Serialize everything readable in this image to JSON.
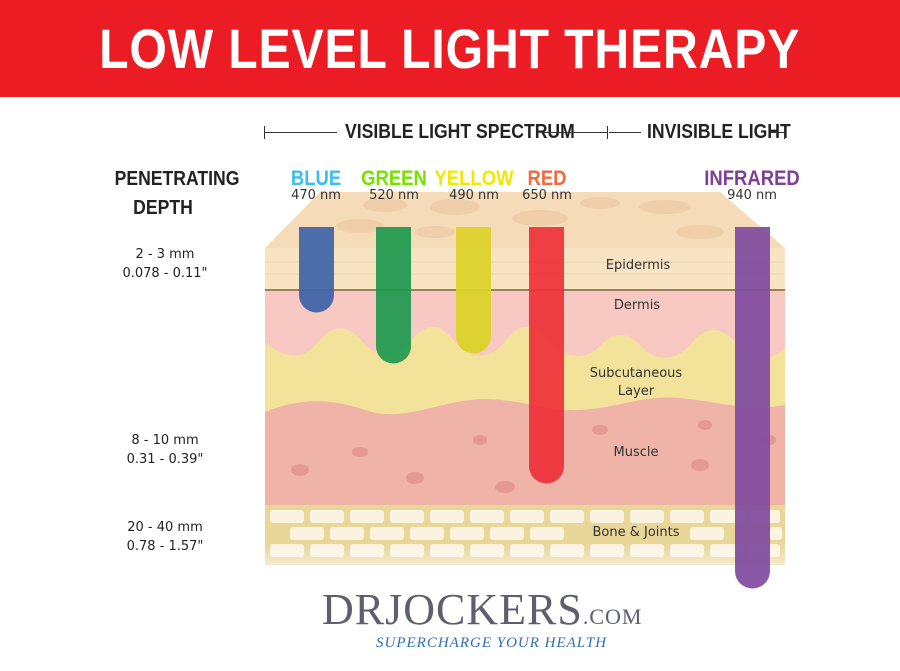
{
  "title": "LOW LEVEL LIGHT THERAPY",
  "spectrum": {
    "visible_label": "VISIBLE LIGHT SPECTRUM",
    "invisible_label": "INVISIBLE LIGHT"
  },
  "penetrating_depth": {
    "line1": "PENETRATING",
    "line2": "DEPTH",
    "depths": [
      {
        "mm": "2 - 3 mm",
        "inches": "0.078 - 0.11\""
      },
      {
        "mm": "8 - 10 mm",
        "inches": "0.31 - 0.39\""
      },
      {
        "mm": "20 - 40 mm",
        "inches": "0.78 - 1.57\""
      }
    ]
  },
  "lights": [
    {
      "name": "BLUE",
      "wavelength": "470 nm",
      "color": "#3dbdef",
      "bar_color": "#3e63a9"
    },
    {
      "name": "GREEN",
      "wavelength": "520 nm",
      "color": "#78e000",
      "bar_color": "#1f9a4e"
    },
    {
      "name": "YELLOW",
      "wavelength": "490 nm",
      "color": "#f3e700",
      "bar_color": "#dcd327"
    },
    {
      "name": "RED",
      "wavelength": "650 nm",
      "color": "#f36a3e",
      "bar_color": "#ee3139"
    },
    {
      "name": "INFRARED",
      "wavelength": "940 nm",
      "color": "#7d3f98",
      "bar_color": "#7f4a9e"
    }
  ],
  "layers": {
    "epidermis": "Epidermis",
    "dermis": "Dermis",
    "subcutaneous_1": "Subcutaneous",
    "subcutaneous_2": "Layer",
    "muscle": "Muscle",
    "bone": "Bone & Joints"
  },
  "colors": {
    "banner": "#ec1c24",
    "skin_top": "#f6dbb8",
    "epidermis": "#f8e3c2",
    "dermis": "#f7c9c2",
    "subcutaneous": "#f2e29a",
    "muscle": "#efb3a8",
    "bone": "#e9d79a"
  },
  "logo": {
    "brand": "DRJOCKERS",
    "domain": ".COM",
    "tagline": "SUPERCHARGE YOUR HEALTH"
  }
}
